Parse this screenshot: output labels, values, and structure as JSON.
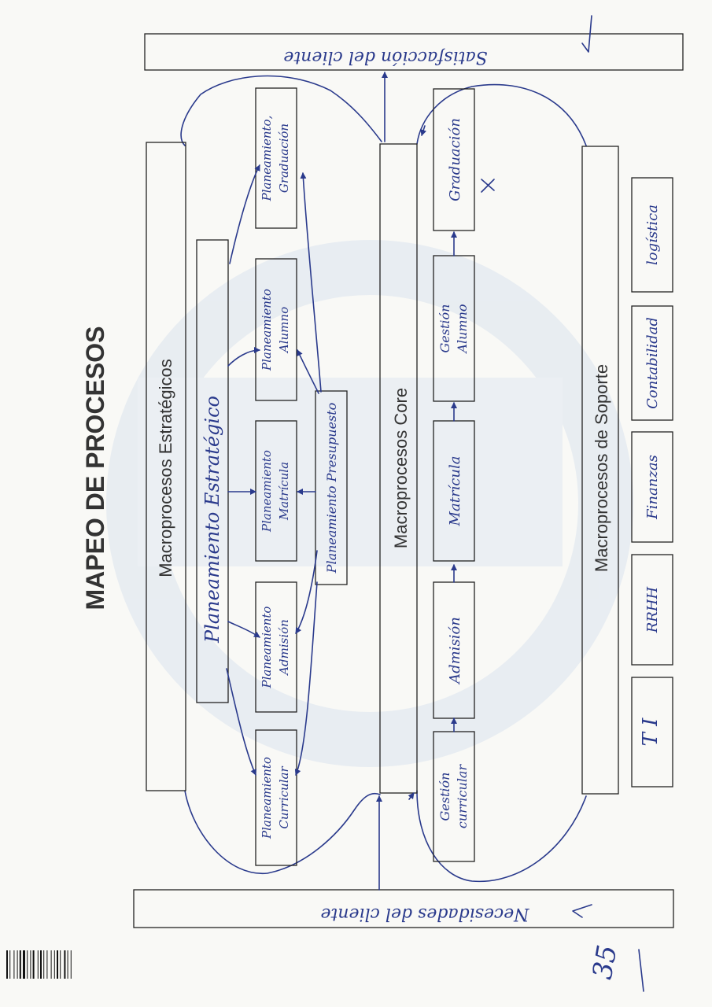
{
  "title": "MAPEO DE PROCESOS",
  "colors": {
    "ink": "#2a3a8c",
    "print": "#333333",
    "paper": "#f9f9f6",
    "watermark": "#c9d7ea"
  },
  "client_needs": "Necesidades del cliente",
  "client_satisfaction": "Satisfacción del cliente",
  "strategic": {
    "header": "Macroprocesos Estratégicos",
    "main": "Planeamiento Estratégico",
    "budget": "Planeamiento Presupuesto",
    "plans": [
      {
        "l1": "Planeamiento",
        "l2": "Curricular"
      },
      {
        "l1": "Planeamiento",
        "l2": "Admisión"
      },
      {
        "l1": "Planeamiento",
        "l2": "Matrícula"
      },
      {
        "l1": "Planeamiento",
        "l2": "Alumno"
      },
      {
        "l1": "Planeamiento,",
        "l2": "Graduación"
      }
    ]
  },
  "core": {
    "header": "Macroprocesos Core",
    "steps": [
      {
        "l1": "Gestión",
        "l2": "curricular"
      },
      {
        "l1": "Admisión",
        "l2": ""
      },
      {
        "l1": "Matrícula",
        "l2": ""
      },
      {
        "l1": "Gestión",
        "l2": "Alumno"
      },
      {
        "l1": "Graduación",
        "l2": ""
      }
    ]
  },
  "support": {
    "header": "Macroprocesos de Soporte",
    "items": [
      "T I",
      "RRHH",
      "Finanzas",
      "Contabilidad",
      "logística"
    ]
  },
  "margin_note": "35"
}
